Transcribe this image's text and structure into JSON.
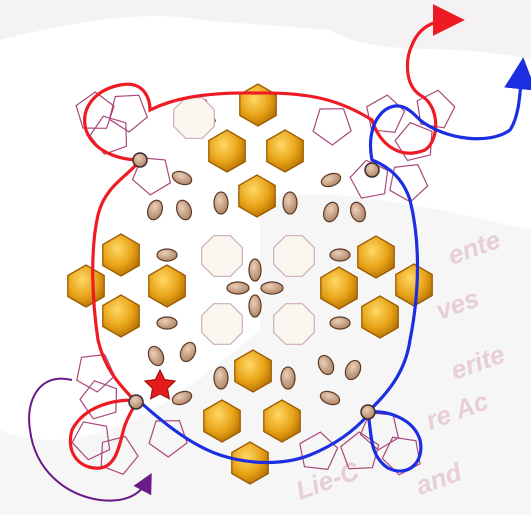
{
  "diagram": {
    "watermark_text": [
      "ente",
      "ves",
      "erite",
      "re Ac",
      "Lie-C",
      "and"
    ],
    "colors": {
      "background_wash": "#eeeaec",
      "hexagon_fill": "#e8a317",
      "hexagon_stroke": "#9a5b00",
      "ellipse_fill": "#c9a184",
      "ellipse_stroke": "#5a3a26",
      "octagon_fill": "#fbf6ef",
      "octagon_stroke": "#cbaeb6",
      "pentagon_stroke": "#a8487a",
      "red_curve": "#ee1b24",
      "blue_curve": "#1b2ee0",
      "purple_arrow": "#6b1a8a",
      "star": "#e51b1b",
      "watermark": "#e7cfd3"
    },
    "elements": {
      "hexagons": "orange-hexagon-icon",
      "ellipses": "brown-ellipse-icon",
      "octagons": "light-octagon-icon",
      "pentagons": "outlined-pentagon-icon",
      "star": "red-star-icon"
    }
  }
}
